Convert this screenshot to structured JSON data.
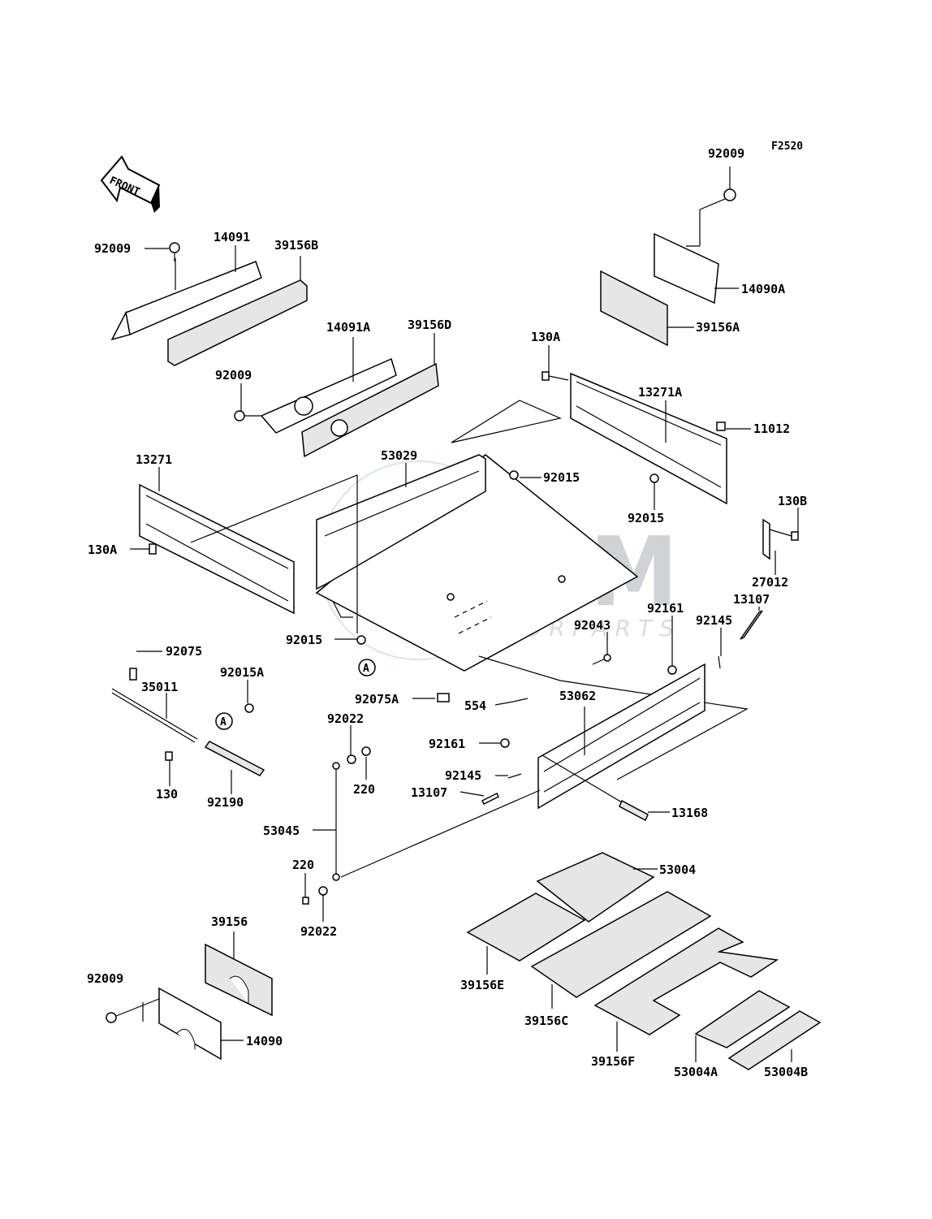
{
  "diagram_code": "F2520",
  "front_label": "FRONT",
  "watermark": {
    "brand": "OSM",
    "subtitle": "MOTORPARTS"
  },
  "callout_letter": "A",
  "part_labels": [
    "92009",
    "14091",
    "39156B",
    "14091A",
    "39156D",
    "92009",
    "130A",
    "13271A",
    "11012",
    "92009",
    "14090A",
    "39156A",
    "13271",
    "53029",
    "92015",
    "92015",
    "130B",
    "130A",
    "27012",
    "92161",
    "13107",
    "92145",
    "92015",
    "92043",
    "92075",
    "92015A",
    "35011",
    "130",
    "92190",
    "92075A",
    "554",
    "53062",
    "92022",
    "220",
    "92161",
    "92145",
    "13107",
    "13168",
    "53045",
    "220",
    "92022",
    "53004",
    "39156",
    "92009",
    "14090",
    "39156E",
    "39156C",
    "39156F",
    "53004A",
    "53004B"
  ]
}
